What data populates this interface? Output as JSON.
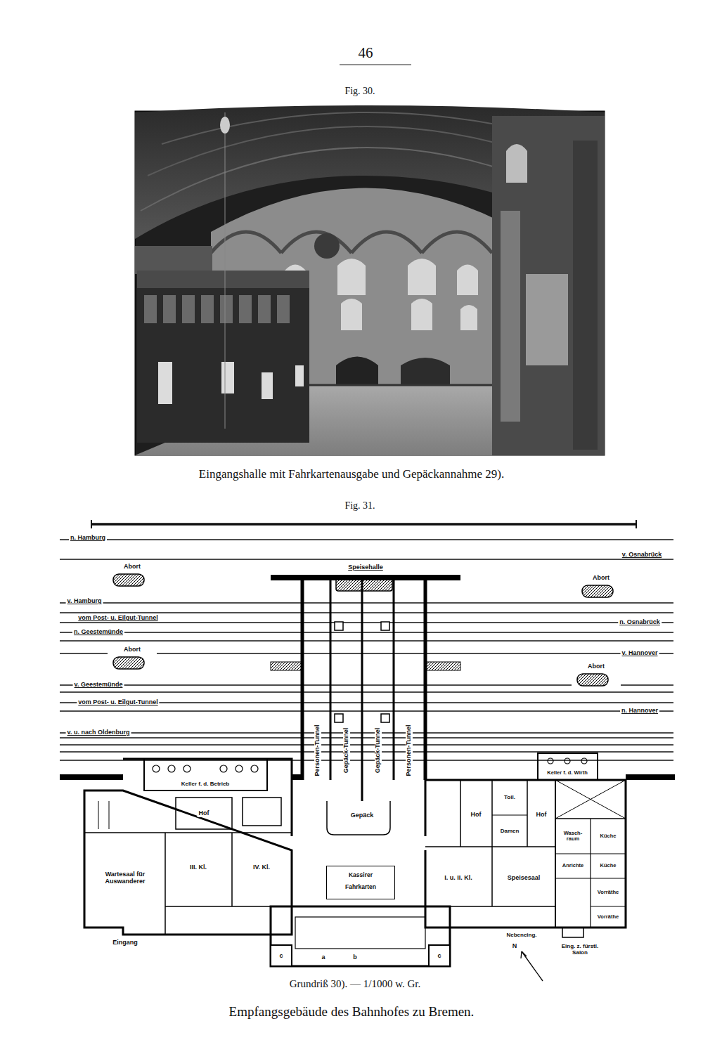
{
  "diagram": {
    "caption": "Empfangsgebäude des Bahnhofes zu Bremen.",
    "nodes": [
      {
        "text": [
          "Abort"
        ]
      },
      {
        "text": [
          "Abort"
        ]
      },
      {
        "text": [
          "Abort"
        ]
      },
      {
        "text": [
          "Abort"
        ]
      },
      {
        "text": [
          "Gepäck"
        ]
      },
      {
        "text": [
          "Kassirer",
          "Fahrkarten"
        ]
      }
    ],
    "labels": [
      "46",
      "Fig. 30.",
      "Eingangshalle mit Fahrkartenausgabe und Gepäckannahme 29).",
      "Fig. 31.",
      "n. Hamburg",
      "v. Osnabrück",
      "Speisehalle",
      "v. Hamburg",
      "vom Post- u. Eilgut-Tunnel",
      "n. Osnabrück",
      "n. Geestemünde",
      "v. Hannover",
      "v. Geestemünde",
      "vom Post- u. Eilgut-Tunnel",
      "n. Hannover",
      "v. u. nach Oldenburg",
      "Personen-Tunnel",
      "Gepäck-Tunnel",
      "Gepäck-Tunnel",
      "Personen-Tunnel",
      "Keller f. d. Betrieb",
      "Hof",
      "Wartesaal für Auswanderer",
      "III. Kl.",
      "IV. Kl.",
      "Eingang",
      "I. u. II. Kl.",
      "Speisesaal",
      "Toil.",
      "Damen",
      "Hof",
      "Hof",
      "Keller f. d. Wirth",
      "Wasch-raum",
      "Küche",
      "Küche",
      "Anrichte",
      "Vorräthe",
      "Vorräthe",
      "Nebeneing.",
      "N",
      "Eing. z. fürstl. Salon",
      "a",
      "b",
      "c",
      "c",
      "Grundriß 30). — 1/1000 w. Gr."
    ]
  }
}
